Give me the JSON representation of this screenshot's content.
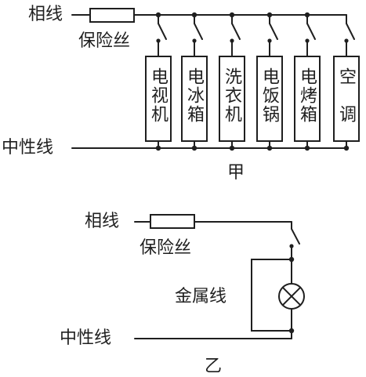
{
  "diagram_a": {
    "caption": "甲",
    "phase_line": "相线",
    "neutral_line": "中性线",
    "fuse": "保险丝",
    "appliances": [
      "电视机",
      "电冰箱",
      "洗衣机",
      "电饭锅",
      "电烤箱",
      "空调"
    ]
  },
  "diagram_b": {
    "caption": "乙",
    "phase_line": "相线",
    "neutral_line": "中性线",
    "fuse": "保险丝",
    "metal_wire": "金属线"
  },
  "colors": {
    "ink": "#1f1f1f",
    "background": "#ffffff"
  }
}
